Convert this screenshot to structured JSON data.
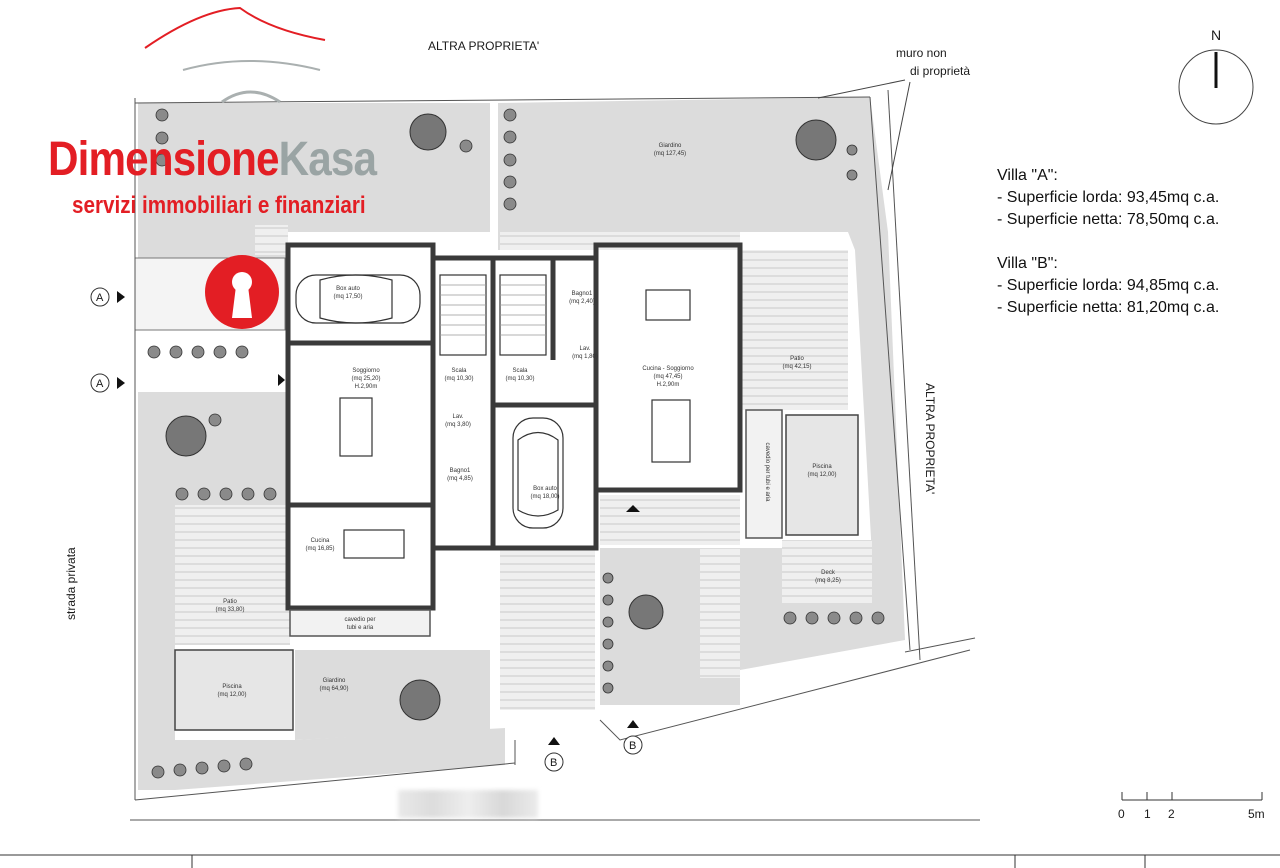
{
  "labels": {
    "altra_top": "ALTRA PROPRIETA'",
    "altra_right": "ALTRA PROPRIETA'",
    "muro_line1": "muro non",
    "muro_line2": "di proprietà",
    "north": "N",
    "strada": "strada privata",
    "section_a": "A",
    "section_b": "B"
  },
  "logo": {
    "word_a": "Dimensione",
    "word_b": "Kasa",
    "tagline": "servizi immobiliari e finanziari"
  },
  "info": {
    "villa_a_title": "Villa \"A\":",
    "villa_a_lorda": "- Superficie lorda: 93,45mq c.a.",
    "villa_a_netta": "- Superficie netta: 78,50mq c.a.",
    "villa_b_title": "Villa \"B\":",
    "villa_b_lorda": "- Superficie lorda: 94,85mq c.a.",
    "villa_b_netta": "- Superficie netta: 81,20mq c.a."
  },
  "rooms": {
    "box_a": "Box auto",
    "box_a_mq": "(mq 17,50)",
    "soggiorno": "Soggiorno",
    "soggiorno_mq": "(mq 25,20)",
    "soggiorno_h": "H.2,90m",
    "scala_a": "Scala",
    "scala_a_mq": "(mq 10,30)",
    "lav_a": "Lav.",
    "lav_a_mq": "(mq 3,80)",
    "bagno_a": "Bagno1",
    "bagno_a_mq": "(mq 4,85)",
    "cucina_a": "Cucina",
    "cucina_a_mq": "(mq 16,85)",
    "patio_a": "Patio",
    "patio_a_mq": "(mq 33,80)",
    "piscina_a": "Piscina",
    "piscina_a_mq": "(mq 12,00)",
    "giardino_a": "Giardino",
    "giardino_a_mq": "(mq 64,90)",
    "cavedio_a1": "cavedio per",
    "cavedio_a2": "tubi e aria",
    "scala_b": "Scala",
    "scala_b_mq": "(mq 10,30)",
    "bagno_b": "Bagno1",
    "bagno_b_mq": "(mq 2,40)",
    "lav_b": "Lav.",
    "lav_b_mq": "(mq 1,80)",
    "cucina_b": "Cucina - Soggiorno",
    "cucina_b_mq": "(mq 47,45)",
    "cucina_b_h": "H.2,90m",
    "box_b": "Box auto",
    "box_b_mq": "(mq 18,00)",
    "giardino_b": "Giardino",
    "giardino_b_mq": "(mq 127,45)",
    "patio_b": "Patio",
    "patio_b_mq": "(mq 42,15)",
    "piscina_b": "Piscina",
    "piscina_b_mq": "(mq 12,00)",
    "deck": "Deck",
    "deck_mq": "(mq 8,25)",
    "cavedio_b": "cavedio per tubi e aria"
  },
  "scale": {
    "t0": "0",
    "t1": "1",
    "t2": "2",
    "t5": "5m"
  },
  "colors": {
    "brand_red": "#e31e24",
    "brand_gray": "#9aa4a4",
    "garden": "#dcdcdc",
    "wall": "#3a3a3a"
  }
}
